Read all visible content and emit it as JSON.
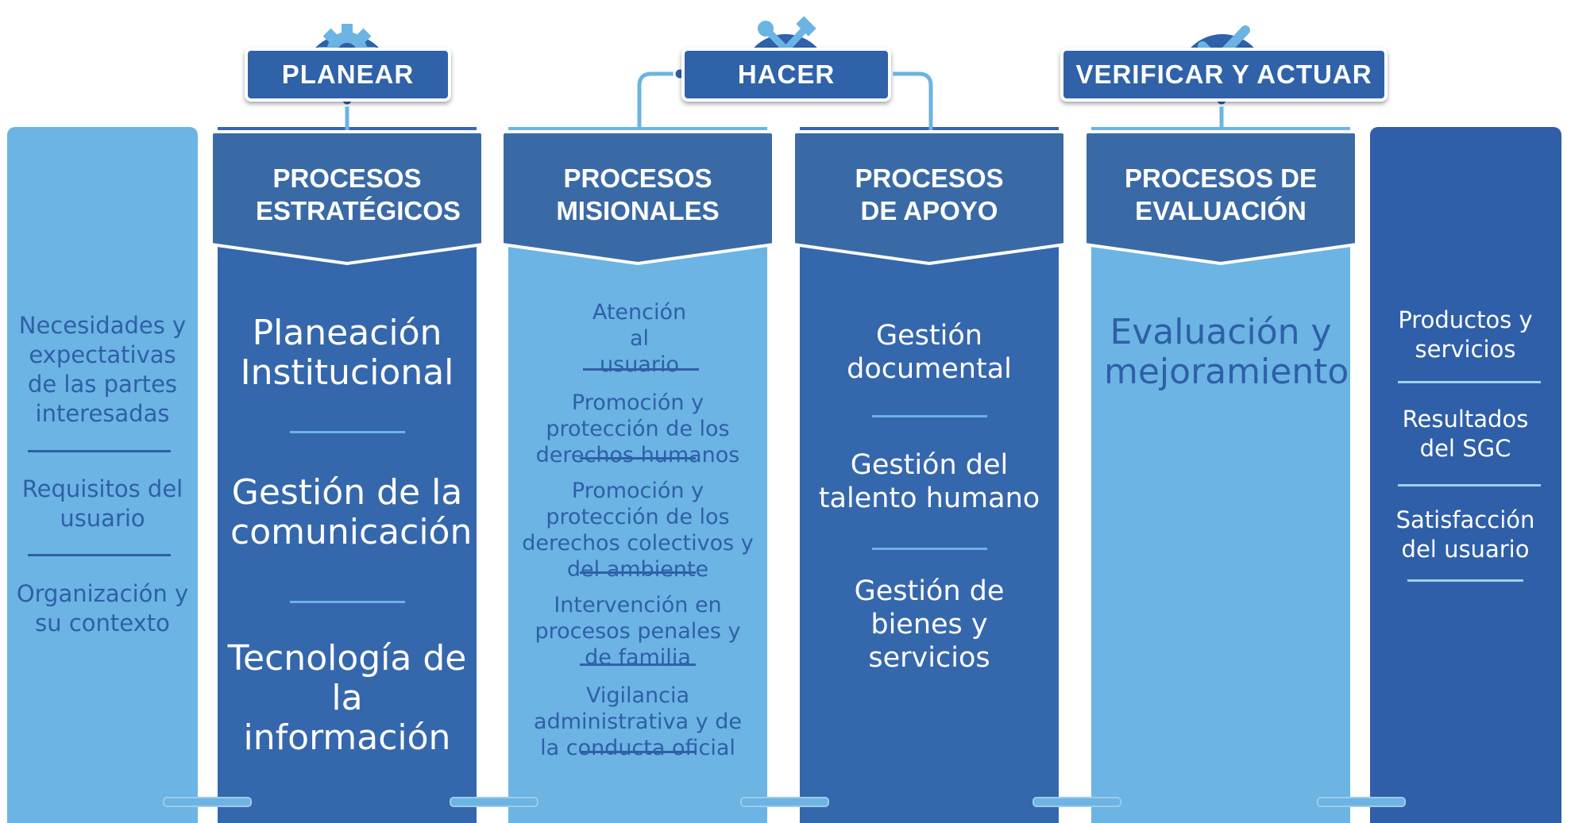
{
  "phases": {
    "planear": {
      "label": "PLANEAR",
      "icon": "gear-icon"
    },
    "hacer": {
      "label": "HACER",
      "icon": "tools-icon"
    },
    "verificar": {
      "label": "VERIFICAR Y ACTUAR",
      "icon": "check-icon"
    }
  },
  "inputs": {
    "items": [
      "Necesidades y expectativas de las partes interesadas",
      "Requisitos del usuario",
      "Organización y su contexto"
    ]
  },
  "estrategicos": {
    "header": "PROCESOS ESTRATÉGICOS",
    "items": [
      "Planeación Institucional",
      "Gestión de la comunicación",
      "Tecnología de la información"
    ]
  },
  "misionales": {
    "header": "PROCESOS MISIONALES",
    "items": [
      "Atención al usuario",
      "Promoción  y protección de los derechos humanos",
      "Promoción  y protección de los derechos colectivos y del ambiente",
      "Intervención en procesos penales y de familia",
      "Vigilancia administrativa y de la conducta oficial"
    ]
  },
  "apoyo": {
    "header": "PROCESOS DE APOYO",
    "items": [
      "Gestión documental",
      "Gestión del talento humano",
      "Gestión de bienes y servicios"
    ]
  },
  "evaluacion": {
    "header": "PROCESOS DE EVALUACIÓN",
    "items": [
      "Evaluación y mejoramiento"
    ]
  },
  "outputs": {
    "items": [
      "Productos y servicios",
      "Resultados del SGC",
      "Satisfacción del usuario"
    ]
  },
  "colors": {
    "light": "#6bb4e3",
    "dark": "#2f5fa8",
    "header": "#3a6aa6"
  }
}
